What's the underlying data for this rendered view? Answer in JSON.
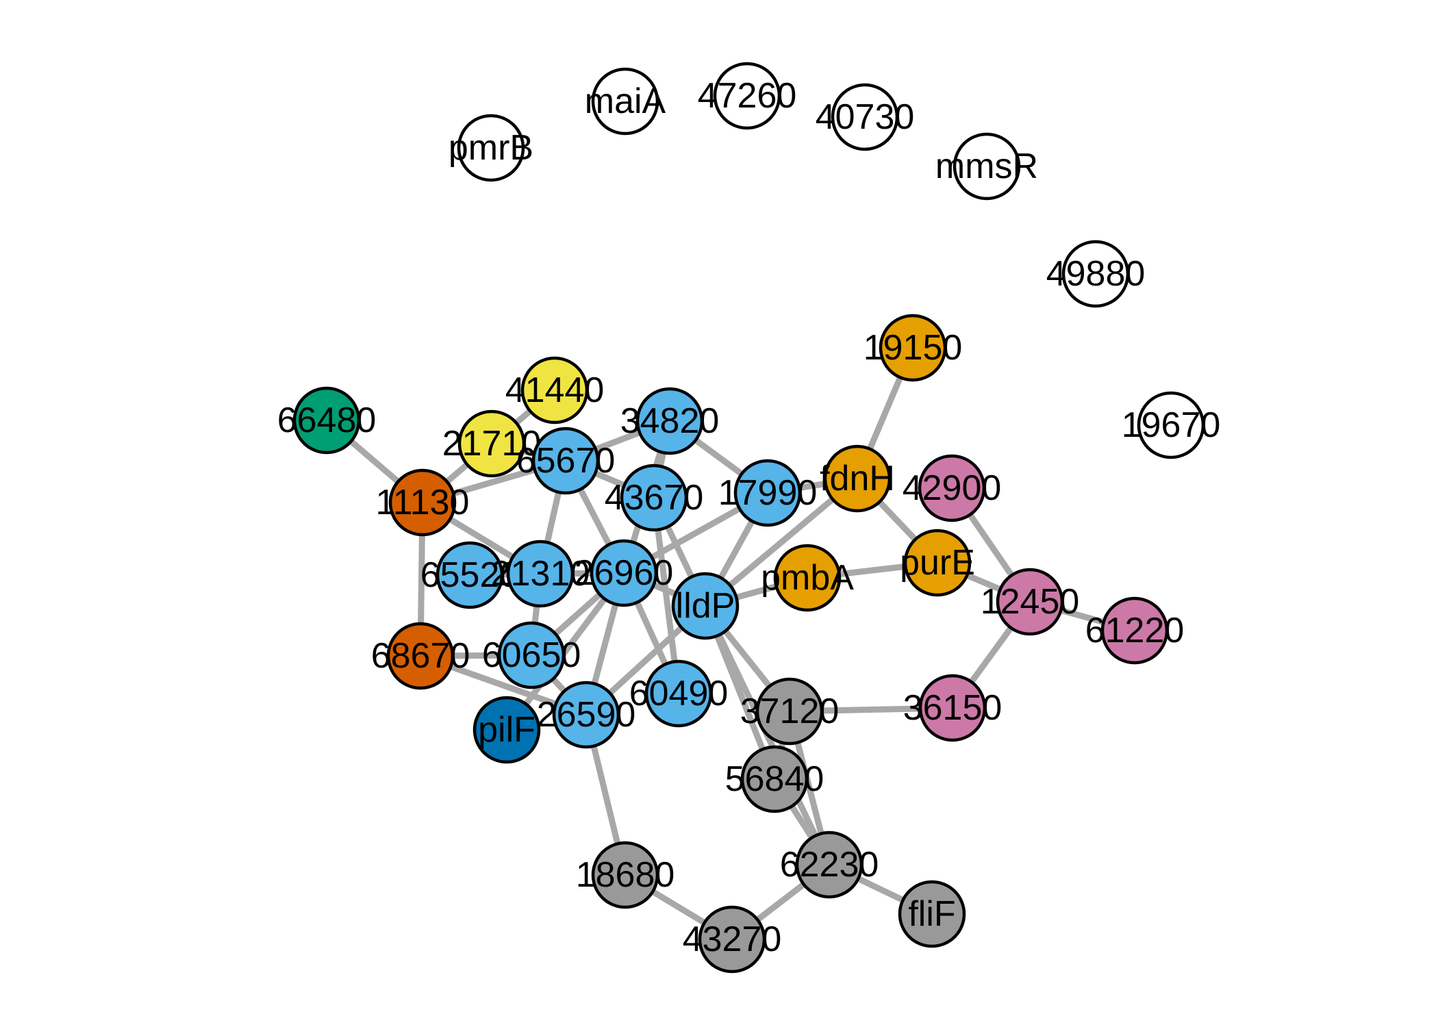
{
  "diagram": {
    "type": "network",
    "groups": {
      "none": "#ffffff",
      "green": "#009e73",
      "vermillion": "#d55e00",
      "yellow": "#f0e442",
      "skyblue": "#56b4e9",
      "orange": "#e69f00",
      "pink": "#cc79a7",
      "grey": "#999999",
      "blue": "#0072b2"
    },
    "nodes": [
      {
        "id": "pmrB",
        "label": "pmrB",
        "group": "none"
      },
      {
        "id": "maiA",
        "label": "maiA",
        "group": "none"
      },
      {
        "id": "47260",
        "label": "47260",
        "group": "none"
      },
      {
        "id": "40730",
        "label": "40730",
        "group": "none"
      },
      {
        "id": "mmsR",
        "label": "mmsR",
        "group": "none"
      },
      {
        "id": "49880",
        "label": "49880",
        "group": "none"
      },
      {
        "id": "19670",
        "label": "19670",
        "group": "none"
      },
      {
        "id": "19150",
        "label": "19150",
        "group": "orange"
      },
      {
        "id": "66480",
        "label": "66480",
        "group": "green"
      },
      {
        "id": "41440",
        "label": "41440",
        "group": "yellow"
      },
      {
        "id": "21710",
        "label": "21710",
        "group": "yellow"
      },
      {
        "id": "34820",
        "label": "34820",
        "group": "skyblue"
      },
      {
        "id": "65670",
        "label": "65670",
        "group": "skyblue"
      },
      {
        "id": "11130",
        "label": "11130",
        "group": "vermillion"
      },
      {
        "id": "43670",
        "label": "43670",
        "group": "skyblue"
      },
      {
        "id": "17990",
        "label": "17990",
        "group": "skyblue"
      },
      {
        "id": "fdnH",
        "label": "fdnH",
        "group": "orange"
      },
      {
        "id": "42900",
        "label": "42900",
        "group": "pink"
      },
      {
        "id": "65520",
        "label": "65520",
        "group": "skyblue"
      },
      {
        "id": "21310",
        "label": "21310",
        "group": "skyblue"
      },
      {
        "id": "26960",
        "label": "26960",
        "group": "skyblue"
      },
      {
        "id": "lldP",
        "label": "lldP",
        "group": "skyblue"
      },
      {
        "id": "pmbA",
        "label": "pmbA",
        "group": "orange"
      },
      {
        "id": "purE",
        "label": "purE",
        "group": "orange"
      },
      {
        "id": "12450",
        "label": "12450",
        "group": "pink"
      },
      {
        "id": "61220",
        "label": "61220",
        "group": "pink"
      },
      {
        "id": "68670",
        "label": "68670",
        "group": "vermillion"
      },
      {
        "id": "60650",
        "label": "60650",
        "group": "skyblue"
      },
      {
        "id": "60490",
        "label": "60490",
        "group": "skyblue"
      },
      {
        "id": "pilF",
        "label": "pilF",
        "group": "blue"
      },
      {
        "id": "26590",
        "label": "26590",
        "group": "skyblue"
      },
      {
        "id": "37120",
        "label": "37120",
        "group": "grey"
      },
      {
        "id": "36150",
        "label": "36150",
        "group": "pink"
      },
      {
        "id": "56840",
        "label": "56840",
        "group": "grey"
      },
      {
        "id": "62230",
        "label": "62230",
        "group": "grey"
      },
      {
        "id": "18680",
        "label": "18680",
        "group": "grey"
      },
      {
        "id": "fliF",
        "label": "fliF",
        "group": "grey"
      },
      {
        "id": "43270",
        "label": "43270",
        "group": "grey"
      }
    ],
    "edges": [
      [
        "66480",
        "11130"
      ],
      [
        "11130",
        "21710"
      ],
      [
        "11130",
        "65670"
      ],
      [
        "11130",
        "68670"
      ],
      [
        "11130",
        "21310"
      ],
      [
        "21710",
        "41440"
      ],
      [
        "21710",
        "65670"
      ],
      [
        "65670",
        "26960"
      ],
      [
        "65670",
        "43670"
      ],
      [
        "65670",
        "34820"
      ],
      [
        "65670",
        "21310"
      ],
      [
        "34820",
        "43670"
      ],
      [
        "34820",
        "17990"
      ],
      [
        "34820",
        "26960"
      ],
      [
        "43670",
        "lldP"
      ],
      [
        "43670",
        "60490"
      ],
      [
        "17990",
        "26960"
      ],
      [
        "17990",
        "lldP"
      ],
      [
        "fdnH",
        "19150"
      ],
      [
        "fdnH",
        "lldP"
      ],
      [
        "fdnH",
        "purE"
      ],
      [
        "fdnH",
        "17990"
      ],
      [
        "65520",
        "21310"
      ],
      [
        "21310",
        "26960"
      ],
      [
        "21310",
        "60650"
      ],
      [
        "26960",
        "lldP"
      ],
      [
        "26960",
        "60650"
      ],
      [
        "26960",
        "26590"
      ],
      [
        "26960",
        "60490"
      ],
      [
        "26960",
        "pilF"
      ],
      [
        "lldP",
        "pmbA"
      ],
      [
        "lldP",
        "26590"
      ],
      [
        "lldP",
        "37120"
      ],
      [
        "lldP",
        "56840"
      ],
      [
        "lldP",
        "62230"
      ],
      [
        "pmbA",
        "purE"
      ],
      [
        "purE",
        "12450"
      ],
      [
        "42900",
        "12450"
      ],
      [
        "12450",
        "61220"
      ],
      [
        "12450",
        "36150"
      ],
      [
        "36150",
        "37120"
      ],
      [
        "68670",
        "60650"
      ],
      [
        "68670",
        "26590"
      ],
      [
        "60650",
        "26590"
      ],
      [
        "26590",
        "18680"
      ],
      [
        "37120",
        "56840"
      ],
      [
        "37120",
        "62230"
      ],
      [
        "56840",
        "62230"
      ],
      [
        "62230",
        "fliF"
      ],
      [
        "62230",
        "43270"
      ],
      [
        "18680",
        "43270"
      ]
    ]
  }
}
